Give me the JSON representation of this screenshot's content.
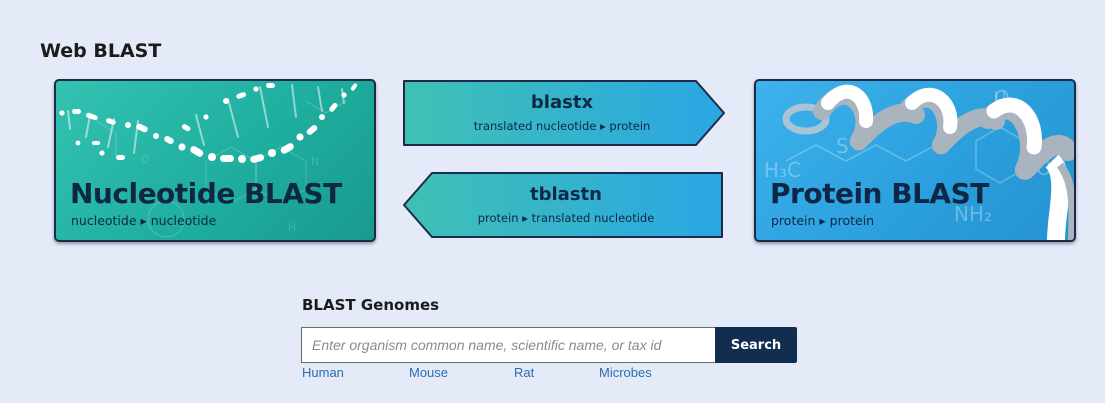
{
  "section": {
    "title": "Web BLAST"
  },
  "nucleotide_card": {
    "title": "Nucleotide BLAST",
    "subtitle": "nucleotide ▸ nucleotide"
  },
  "protein_card": {
    "title": "Protein BLAST",
    "subtitle": "protein ▸ protein",
    "art_labels": {
      "h3c": "H₃C",
      "s": "S",
      "o": "O",
      "oh": "OH",
      "nh2": "NH₂"
    }
  },
  "blastx": {
    "name": "blastx",
    "description": "translated nucleotide ▸ protein",
    "direction": "right"
  },
  "tblastn": {
    "name": "tblastn",
    "description": "protein ▸ translated nucleotide",
    "direction": "left"
  },
  "genomes": {
    "title": "BLAST Genomes",
    "search_placeholder": "Enter organism common name, scientific name, or tax id",
    "search_value": "",
    "search_button": "Search",
    "links": [
      "Human",
      "Mouse",
      "Rat",
      "Microbes"
    ]
  },
  "colors": {
    "background": "#e4eaf7",
    "nucleotide_card": "#26b5a5",
    "protein_card": "#35a7e6",
    "arrow_gradient_start": "#3fc1b4",
    "arrow_gradient_end": "#2aa6e4",
    "search_button": "#112e51",
    "link": "#2a6fb0",
    "title_text": "#0f2746"
  }
}
